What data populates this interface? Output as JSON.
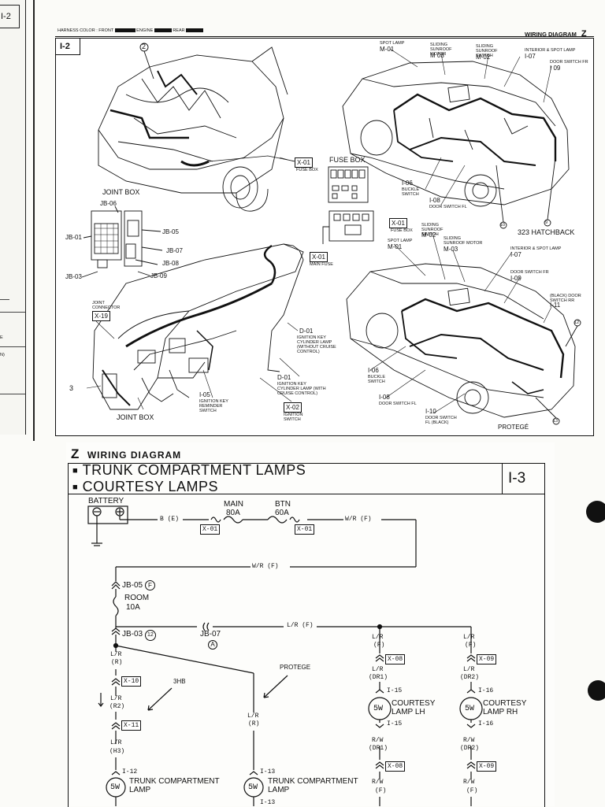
{
  "left_strip": {
    "tag": "I-2",
    "marks": [
      "E",
      "N)"
    ]
  },
  "upper": {
    "harness_legend": {
      "label": "HARNESS COLOR : FRONT",
      "engine": "ENGINE",
      "rear": "REAR"
    },
    "title": "WIRING DIAGRAM",
    "title_letter": "Z",
    "section": "I-2",
    "engine_callout": "2",
    "fuse_box_label": "FUSE BOX",
    "fuse_box_tag": "X-01",
    "fuse_box_tag_note": "FUSE BOX",
    "joint_box": {
      "title": "JOINT BOX",
      "labels": [
        "JB-06",
        "JB-05",
        "JB-01",
        "JB-07",
        "JB-08",
        "JB-03",
        "JB-09"
      ]
    },
    "main_fuse": {
      "tag": "X-01",
      "note": "MAIN FUSE"
    },
    "fuse_box2": {
      "tag": "X-01",
      "note": "FUSE BOX"
    },
    "joint_connector": {
      "label": "JOINT CONNECTOR",
      "tag": "X-19"
    },
    "dash_labels": [
      {
        "id": "D-01",
        "text": "IGNITION KEY CYLINDER LAMP (WITHOUT CRUISE CONTROL)"
      },
      {
        "id": "D-01",
        "text": "IGNITION KEY CYLINDER LAMP (WITH CRUISE CONTROL)"
      },
      {
        "id": "I-05",
        "text": "IGNITION KEY REMINDER SWITCH"
      },
      {
        "id": "X-02",
        "text": "IGNITION SWITCH"
      }
    ],
    "dash_callout": "3",
    "dash_joint_box": "JOINT BOX",
    "hatch": {
      "model": "323 HATCHBACK",
      "labels": [
        {
          "id": "M-01",
          "text": "SPOT LAMP"
        },
        {
          "id": "M 03",
          "text": "SLIDING SUNROOF MOTOR"
        },
        {
          "id": "M-02",
          "text": "SLIDING SUNROOF SWITCH"
        },
        {
          "id": "I-07",
          "text": "INTERIOR & SPOT LAMP"
        },
        {
          "id": "I 09",
          "text": "DOOR SWITCH FR"
        },
        {
          "id": "I-06",
          "text": "BUCKLE SWITCH"
        },
        {
          "id": "I-08",
          "text": "DOOR SWITCH FL"
        }
      ],
      "callouts": [
        "9",
        "10"
      ]
    },
    "sedan": {
      "model": "PROTEGÉ",
      "labels": [
        {
          "id": "M-01",
          "text": "SPOT LAMP"
        },
        {
          "id": "M-02",
          "text": "SLIDING SUNROOF SWITCH"
        },
        {
          "id": "M-03",
          "text": "SLIDING SUNROOF MOTOR"
        },
        {
          "id": "I-07",
          "text": "INTERIOR & SPOT LAMP"
        },
        {
          "id": "I-09",
          "text": "DOOR SWITCH FR"
        },
        {
          "id": "I-11",
          "text": "(BLACK) DOOR SWITCH RR"
        },
        {
          "id": "I-06",
          "text": "BUCKLE SWITCH"
        },
        {
          "id": "I-08",
          "text": "DOOR SWITCH FL"
        },
        {
          "id": "I-10",
          "text": "DOOR SWITCH FL (BLACK)"
        }
      ],
      "callouts": [
        "12",
        "13"
      ]
    }
  },
  "lower": {
    "z": "Z",
    "title": "WIRING DIAGRAM",
    "heading1": "TRUNK COMPARTMENT LAMPS",
    "heading2": "COURTESY LAMPS",
    "section": "I-3",
    "battery": "BATTERY",
    "wire_b": "B (E)",
    "fuse_main": {
      "name": "MAIN",
      "rating": "80A",
      "tag": "X-01"
    },
    "fuse_btn": {
      "name": "BTN",
      "rating": "60A",
      "tag": "X-01"
    },
    "wire_wr_top": "W/R (F)",
    "wire_wr_mid": "W/R (F)",
    "jb05": "JB-05",
    "jb05_pin": "F",
    "room_fuse": "ROOM",
    "room_rating": "10A",
    "jb03": "JB-03",
    "jb03_pin": "12",
    "jb07": "JB-07",
    "jb07_pin": "A",
    "wire_lr_f": "L/R (F)",
    "left_branch": {
      "w1": "L/R",
      "w1b": "(R)",
      "c1": "X-10",
      "w2": "L/R",
      "w2b": "(R2)",
      "c2": "X-11",
      "w3": "L/R",
      "w3b": "(H3)",
      "pin": "I-12"
    },
    "note_3hb": "3HB",
    "note_protege": "PROTEGE",
    "mid_branch": {
      "w": "L/R",
      "wb": "(R)",
      "pin": "I-13",
      "pin2": "I-13"
    },
    "lamp_trunk": {
      "watt": "5W",
      "label1": "TRUNK COMPARTMENT",
      "label2": "LAMP"
    },
    "lamp_trunk2": {
      "watt": "5W",
      "label1": "TRUNK COMPARTMENT",
      "label2": "LAMP"
    },
    "lh": {
      "w1": "L/R",
      "w1b": "(F)",
      "c1": "X-08",
      "w2": "L/R",
      "w2b": "(DR1)",
      "pin": "I-15",
      "watt": "5W",
      "name1": "COURTESY",
      "name2": "LAMP LH",
      "pin2": "I-15",
      "w3": "R/W",
      "w3b": "(DR1)",
      "c2": "X-08",
      "w4": "R/W",
      "w4b": "(F)"
    },
    "rh": {
      "w1": "L/R",
      "w1b": "(F)",
      "c1": "X-09",
      "w2": "L/R",
      "w2b": "(DR2)",
      "pin": "I-16",
      "watt": "5W",
      "name1": "COURTESY",
      "name2": "LAMP RH",
      "pin2": "I-16",
      "w3": "R/W",
      "w3b": "(DR2)",
      "c2": "X-09",
      "w4": "R/W",
      "w4b": "(F)"
    }
  }
}
